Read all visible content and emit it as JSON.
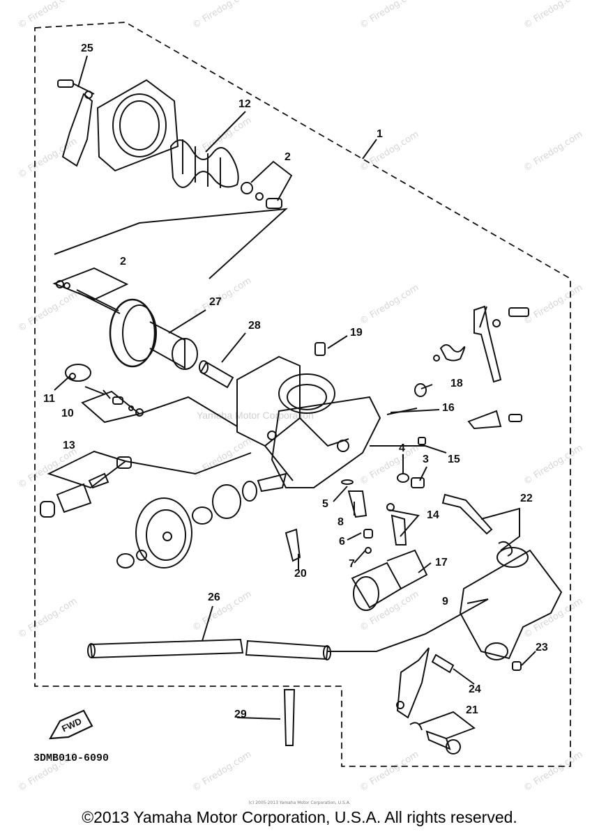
{
  "watermark": "© Firedog.com",
  "center_watermark": "Yamaha Motor Corporation",
  "diagram_code": "3DMB010-6090",
  "fwd_label": "FWD",
  "copyright": "©2013 Yamaha Motor Corporation, U.S.A. All rights reserved.",
  "tiny_copyright": "(c) 2005-2013 Yamaha Motor Corporation, U.S.A.",
  "callouts": [
    {
      "id": "label-25",
      "text": "25"
    },
    {
      "id": "label-12",
      "text": "12"
    },
    {
      "id": "label-1",
      "text": "1"
    },
    {
      "id": "label-2a",
      "text": "2"
    },
    {
      "id": "label-2b",
      "text": "2"
    },
    {
      "id": "label-27",
      "text": "27"
    },
    {
      "id": "label-28",
      "text": "28"
    },
    {
      "id": "label-19",
      "text": "19"
    },
    {
      "id": "label-11",
      "text": "11"
    },
    {
      "id": "label-10",
      "text": "10"
    },
    {
      "id": "label-18",
      "text": "18"
    },
    {
      "id": "label-16",
      "text": "16"
    },
    {
      "id": "label-13",
      "text": "13"
    },
    {
      "id": "label-4",
      "text": "4"
    },
    {
      "id": "label-3",
      "text": "3"
    },
    {
      "id": "label-15",
      "text": "15"
    },
    {
      "id": "label-5",
      "text": "5"
    },
    {
      "id": "label-8",
      "text": "8"
    },
    {
      "id": "label-14",
      "text": "14"
    },
    {
      "id": "label-22",
      "text": "22"
    },
    {
      "id": "label-6",
      "text": "6"
    },
    {
      "id": "label-7",
      "text": "7"
    },
    {
      "id": "label-17",
      "text": "17"
    },
    {
      "id": "label-20",
      "text": "20"
    },
    {
      "id": "label-9",
      "text": "9"
    },
    {
      "id": "label-26",
      "text": "26"
    },
    {
      "id": "label-23",
      "text": "23"
    },
    {
      "id": "label-24",
      "text": "24"
    },
    {
      "id": "label-21",
      "text": "21"
    },
    {
      "id": "label-29",
      "text": "29"
    }
  ]
}
